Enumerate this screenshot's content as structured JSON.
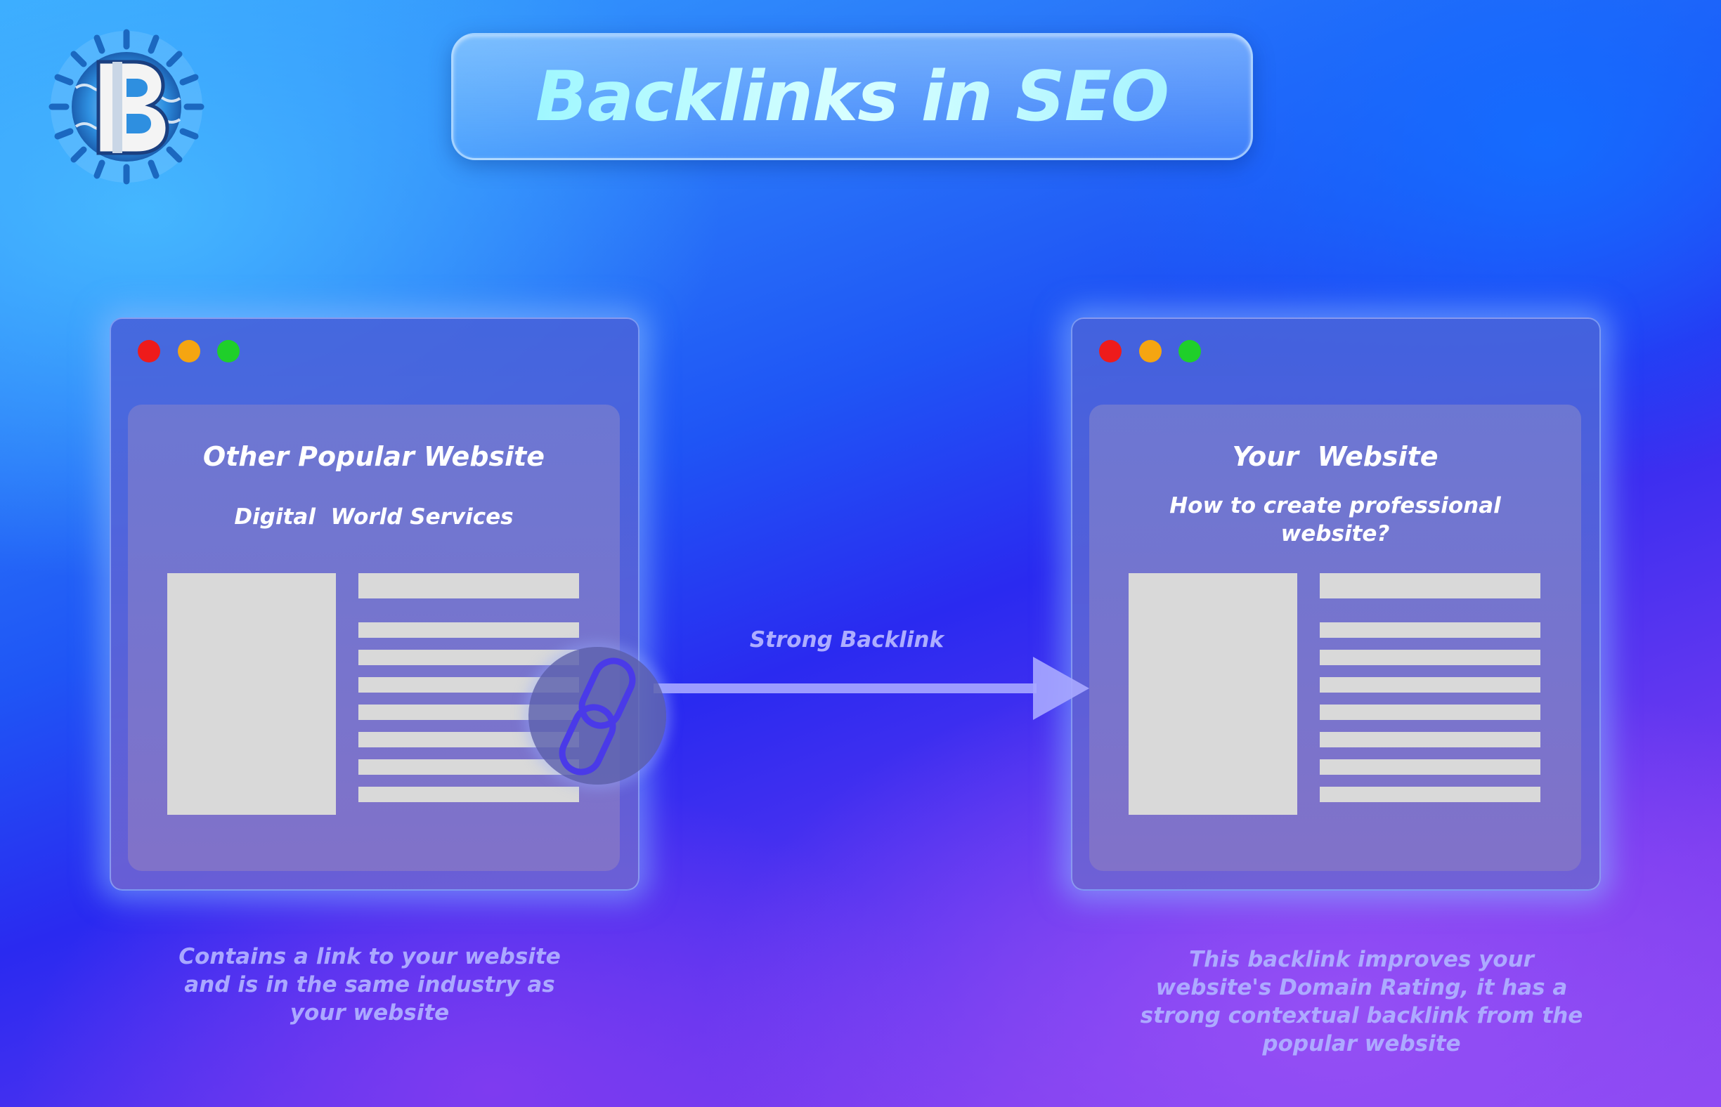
{
  "title": "Backlinks in SEO",
  "source": {
    "panel_title": "Other Popular Website",
    "panel_subtitle": "Digital  World Services",
    "caption": "Contains a link to your website and is in the same industry as your website"
  },
  "target": {
    "panel_title": "Your  Website",
    "panel_subtitle": "How to create professional website?",
    "caption": "This backlink improves your website's Domain Rating, it has a strong contextual backlink from the popular website"
  },
  "connector": {
    "label": "Strong Backlink",
    "icon": "chain-link-icon"
  },
  "icons": {
    "logo": "b-logo",
    "window_controls": [
      "close-dot",
      "minimize-dot",
      "maximize-dot"
    ]
  },
  "colors": {
    "dot_red": "#ee1b1b",
    "dot_yellow": "#f5a511",
    "dot_green": "#1fcf2a",
    "title_text": "#bff9ff",
    "placeholder": "#d9d9d9",
    "arrow": "#a9a9ff"
  }
}
